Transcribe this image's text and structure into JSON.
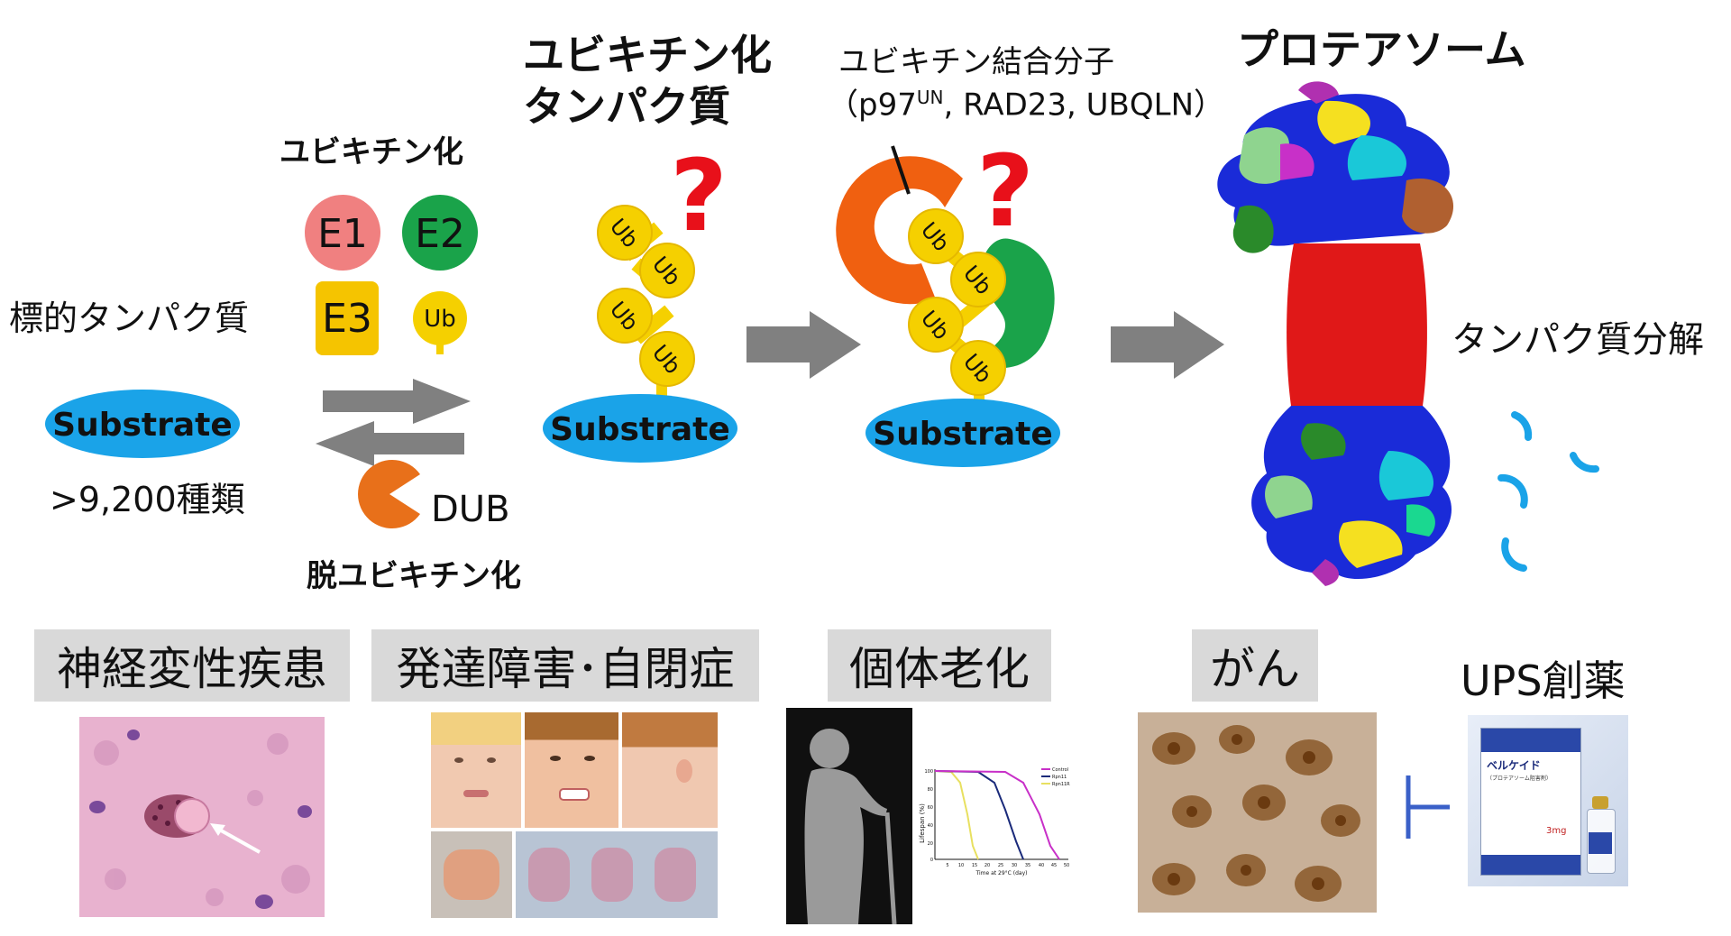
{
  "top": {
    "ub_protein_title_line1": "ユビキチン化",
    "ub_protein_title_line2": "タンパク質",
    "binder_title_line1": "ユビキチン結合分子",
    "binder_title_line2_pre": "（p97",
    "binder_title_line2_sup": "UN",
    "binder_title_line2_post": ", RAD23, UBQLN）",
    "proteasome_title": "プロテアソーム",
    "ubiquitination_label": "ユビキチン化",
    "target_protein_label": "標的タンパク質",
    "species_count": ">9,200種類",
    "dub_label": "DUB",
    "deubiquitination_label": "脱ユビキチン化",
    "degradation_label": "タンパク質分解",
    "question_mark": "?"
  },
  "enzymes": {
    "e1": "E1",
    "e2": "E2",
    "e3": "E3",
    "ub": "Ub"
  },
  "substrate_label": "Substrate",
  "ub_chain_label": "Ub",
  "bottom": {
    "neuro": "神経変性疾患",
    "dev": "発達障害･自閉症",
    "aging": "個体老化",
    "cancer": "がん",
    "ups_drug": "UPS創薬"
  },
  "lifespan_chart": {
    "ylabel": "Lifespan (%)",
    "xlabel": "Time at 29°C (day)",
    "legend": [
      "Control",
      "Rpn11",
      "Rpn11R"
    ],
    "y_ticks": [
      "100",
      "80",
      "60",
      "40",
      "20",
      "0"
    ],
    "x_ticks": [
      "5",
      "10",
      "15",
      "20",
      "25",
      "30",
      "35",
      "40",
      "45",
      "50"
    ]
  },
  "drug_box": {
    "brand": "ベルケイド",
    "subtitle": "（プロテアソーム阻害剤）",
    "dose": "3mg"
  },
  "colors": {
    "e1": "#f08080",
    "e2": "#1aa34a",
    "e3": "#f5c400",
    "ub": "#f5d000",
    "substrate": "#1aa3e8",
    "dub": "#e8701a",
    "question": "#e8101a",
    "arrow": "#808080",
    "box": "#d9d9d9"
  }
}
